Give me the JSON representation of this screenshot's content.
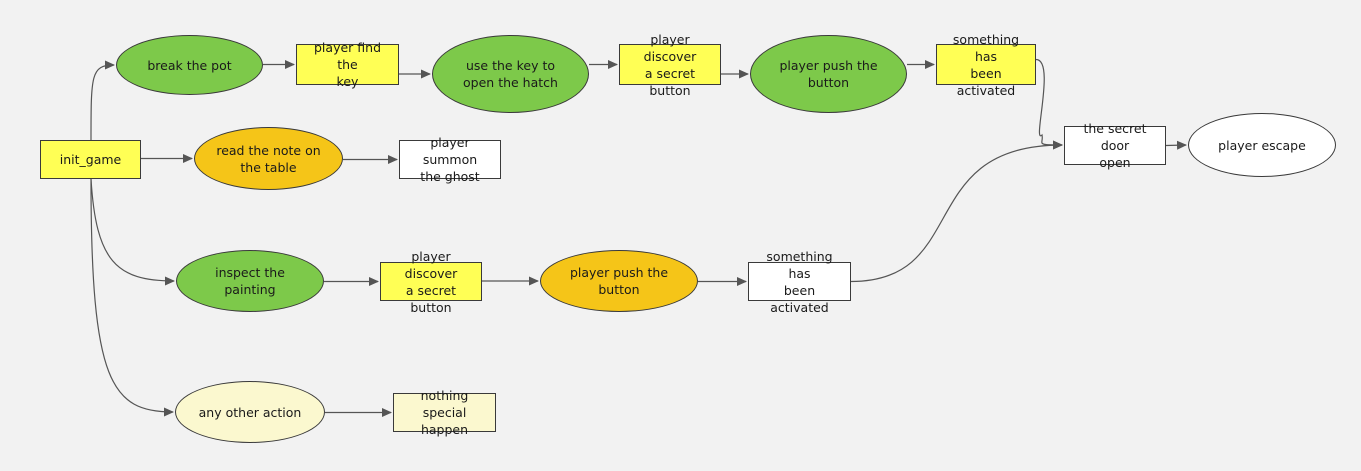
{
  "colors": {
    "background": "#f2f2f2",
    "green": "#7dc94a",
    "yellow": "#ffff55",
    "orange": "#f5c518",
    "pale_yellow": "#fbf8cf",
    "white": "#ffffff",
    "edge": "#555555"
  },
  "nodes": {
    "init_game": {
      "label": "init_game",
      "shape": "rect",
      "fill": "yellow"
    },
    "break_pot": {
      "label": "break the pot",
      "shape": "ellipse",
      "fill": "green"
    },
    "find_key": {
      "label": "player find the\nkey",
      "shape": "rect",
      "fill": "yellow"
    },
    "use_key": {
      "label": "use the key to\nopen the hatch",
      "shape": "ellipse",
      "fill": "green"
    },
    "discover_button_1": {
      "label": "player discover\na secret button",
      "shape": "rect",
      "fill": "yellow"
    },
    "push_button_1": {
      "label": "player push the\nbutton",
      "shape": "ellipse",
      "fill": "green"
    },
    "activated_1": {
      "label": "something has\nbeen activated",
      "shape": "rect",
      "fill": "yellow"
    },
    "read_note": {
      "label": "read the note on\nthe table",
      "shape": "ellipse",
      "fill": "orange"
    },
    "summon_ghost": {
      "label": "player summon\nthe ghost",
      "shape": "rect",
      "fill": "white"
    },
    "inspect_painting": {
      "label": "inspect the\npainting",
      "shape": "ellipse",
      "fill": "green"
    },
    "discover_button_2": {
      "label": "player discover\na secret button",
      "shape": "rect",
      "fill": "yellow"
    },
    "push_button_2": {
      "label": "player push the\nbutton",
      "shape": "ellipse",
      "fill": "orange"
    },
    "activated_2": {
      "label": "something has\nbeen activated",
      "shape": "rect",
      "fill": "white"
    },
    "secret_door": {
      "label": "the secret door\nopen",
      "shape": "rect",
      "fill": "white"
    },
    "escape": {
      "label": "player escape",
      "shape": "ellipse",
      "fill": "white"
    },
    "other_action": {
      "label": "any other action",
      "shape": "ellipse",
      "fill": "pale_yellow"
    },
    "nothing_special": {
      "label": "nothing special\nhappen",
      "shape": "rect",
      "fill": "pale_yellow"
    }
  },
  "edges": [
    {
      "from": "init_game",
      "to": "break_pot"
    },
    {
      "from": "init_game",
      "to": "read_note"
    },
    {
      "from": "init_game",
      "to": "inspect_painting"
    },
    {
      "from": "init_game",
      "to": "other_action"
    },
    {
      "from": "break_pot",
      "to": "find_key"
    },
    {
      "from": "find_key",
      "to": "use_key"
    },
    {
      "from": "use_key",
      "to": "discover_button_1"
    },
    {
      "from": "discover_button_1",
      "to": "push_button_1"
    },
    {
      "from": "push_button_1",
      "to": "activated_1"
    },
    {
      "from": "activated_1",
      "to": "secret_door"
    },
    {
      "from": "read_note",
      "to": "summon_ghost"
    },
    {
      "from": "inspect_painting",
      "to": "discover_button_2"
    },
    {
      "from": "discover_button_2",
      "to": "push_button_2"
    },
    {
      "from": "push_button_2",
      "to": "activated_2"
    },
    {
      "from": "activated_2",
      "to": "secret_door"
    },
    {
      "from": "secret_door",
      "to": "escape"
    },
    {
      "from": "other_action",
      "to": "nothing_special"
    }
  ]
}
